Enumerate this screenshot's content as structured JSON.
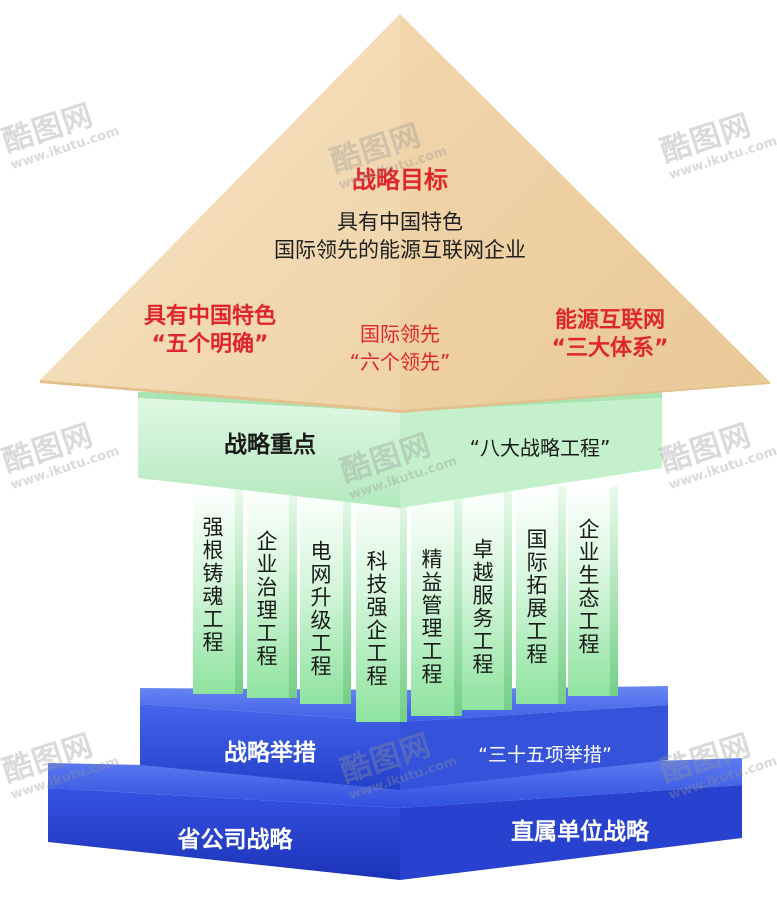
{
  "goal": {
    "title": "战略目标",
    "subtitle_line1": "具有中国特色",
    "subtitle_line2": "国际领先的能源互联网企业",
    "items": [
      {
        "line1": "具有中国特色",
        "line2": "“五个明确”"
      },
      {
        "line1": "国际领先",
        "line2": "“六个领先”"
      },
      {
        "line1": "能源互联网",
        "line2": "“三大体系”"
      }
    ]
  },
  "focus": {
    "title": "战略重点",
    "label": "“八大战略工程”"
  },
  "pillars": [
    "强根铸魂工程",
    "企业治理工程",
    "电网升级工程",
    "科技强企工程",
    "精益管理工程",
    "卓越服务工程",
    "国际拓展工程",
    "企业生态工程"
  ],
  "measures": {
    "title": "战略举措",
    "label": "“三十五项举措”"
  },
  "base": {
    "left": "省公司战略",
    "right": "直属单位战略"
  },
  "watermark": {
    "logo": "酷图网",
    "url": "www.ikutu.com"
  },
  "colors": {
    "roof": "#f4dcb7",
    "beam": "#bff0c8",
    "pillar": "#c8f3d0",
    "tier": "#3d5ee8",
    "base": "#2a42d6",
    "accent_red": "#e0262b"
  }
}
